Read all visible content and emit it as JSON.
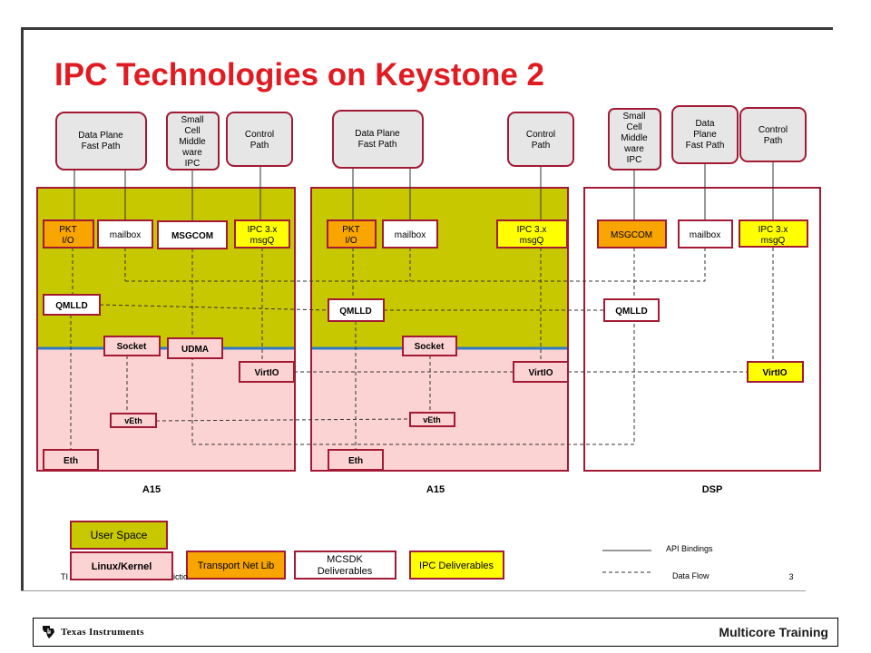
{
  "title": "IPC Technologies on Keystone 2",
  "slide_number": "3",
  "footer": {
    "company": "Texas Instruments",
    "course": "Multicore Training",
    "left_fragment_1": "TI",
    "left_fragment_2": "ictio"
  },
  "top_boxes": {
    "c1_dataplane": [
      "Data Plane",
      "Fast Path"
    ],
    "c1_smallcell": [
      "Small",
      "Cell",
      "Middle",
      "ware",
      "IPC"
    ],
    "c1_control": [
      "Control",
      "Path"
    ],
    "c2_dataplane": [
      "Data Plane",
      "Fast Path"
    ],
    "c2_control": [
      "Control",
      "Path"
    ],
    "c3_smallcell": [
      "Small",
      "Cell",
      "Middle",
      "ware",
      "IPC"
    ],
    "c3_dataplane": [
      "Data",
      "Plane",
      "Fast Path"
    ],
    "c3_control": [
      "Control",
      "Path"
    ]
  },
  "components": {
    "pkt_io": [
      "PKT",
      "I/O"
    ],
    "mailbox": "mailbox",
    "msgcom": "MSGCOM",
    "ipc3x": [
      "IPC 3.x",
      "msgQ"
    ],
    "qmlld": "QMLLD",
    "socket": "Socket",
    "udma": "UDMA",
    "virtio": "VirtIO",
    "veth": "vEth",
    "eth": "Eth"
  },
  "cores": {
    "c1": "A15",
    "c2": "A15",
    "c3": "DSP"
  },
  "legend": {
    "user_space": "User Space",
    "linux_kernel": "Linux/Kernel",
    "transport_net_lib": "Transport Net Lib",
    "mcsdk": [
      "MCSDK",
      "Deliverables"
    ],
    "ipc_deliverables": "IPC Deliverables",
    "api_bindings": "API Bindings",
    "data_flow": "Data Flow"
  },
  "colors": {
    "title_red": "#e11b22",
    "border_dark_red": "#a31a35",
    "user_space": "#c8c800",
    "kernel_pink": "#fcd3d3",
    "orange": "#f8a500",
    "yellow": "#ffff00",
    "divider_blue": "#2f7bc2",
    "top_box_gray": "#e6e6e6"
  }
}
